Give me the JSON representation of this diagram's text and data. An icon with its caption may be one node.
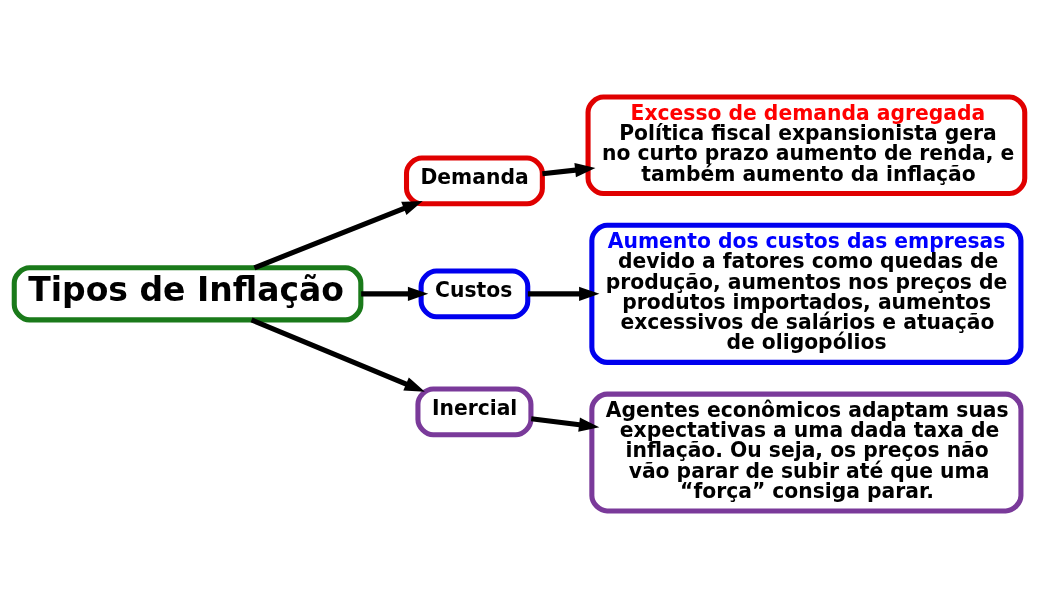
{
  "diagram": {
    "nodes": [
      {
        "text": [
          "Tipos de Inflação"
        ]
      },
      {
        "text": [
          "Demanda"
        ]
      },
      {
        "text": [
          "Excesso de demanda agregada",
          "Política fiscal expansionista gera no curto prazo aumento de renda, e também aumento da inflação"
        ]
      },
      {
        "text": [
          "Custos"
        ]
      },
      {
        "text": [
          "Aumento dos custos das empresas",
          "devido a fatores como quedas de produção, aumentos nos preços de produtos importados, aumentos excessivos de salários e atuação de oligopólios"
        ]
      },
      {
        "text": [
          "Inercial"
        ]
      },
      {
        "text": [
          "Agentes econômicos adaptam suas expectativas a uma dada taxa de inflação. Ou seja, os preços não vão parar de subir até que uma “força” consiga parar."
        ]
      }
    ],
    "edges": [
      {
        "from": 0,
        "to": 1,
        "arrow": "to"
      },
      {
        "from": 0,
        "to": 3,
        "arrow": "to"
      },
      {
        "from": 0,
        "to": 5,
        "arrow": "to"
      },
      {
        "from": 1,
        "to": 2,
        "arrow": "to"
      },
      {
        "from": 3,
        "to": 4,
        "arrow": "to"
      },
      {
        "from": 5,
        "to": 6,
        "arrow": "to"
      }
    ]
  }
}
